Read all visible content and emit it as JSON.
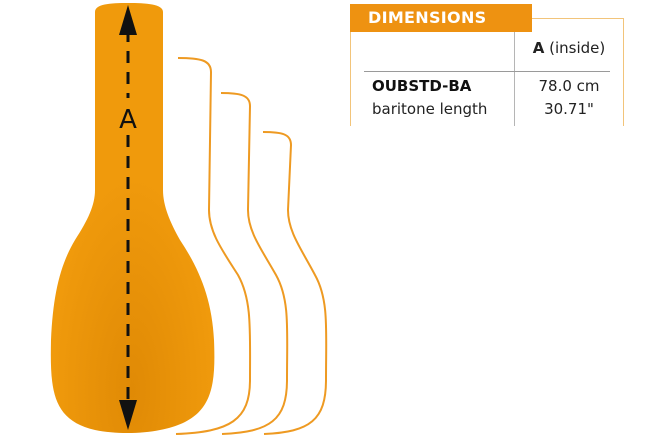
{
  "colors": {
    "case_fill": "#f09a0c",
    "outline": "#ee9a22",
    "header_bg": "#ee9211",
    "border_light": "#f2c47a",
    "arrow": "#111111"
  },
  "diagram": {
    "dimension_label": "A",
    "arrow": "double-headed-dashed-arrow",
    "case_outlines_count": 3
  },
  "table": {
    "header": "DIMENSIONS",
    "column_header_bold": "A",
    "column_header_rest": " (inside)",
    "rows": [
      {
        "model": "OUBSTD-BA",
        "description": "baritone length",
        "value_cm": "78.0 cm",
        "value_in": "30.71\""
      }
    ]
  }
}
